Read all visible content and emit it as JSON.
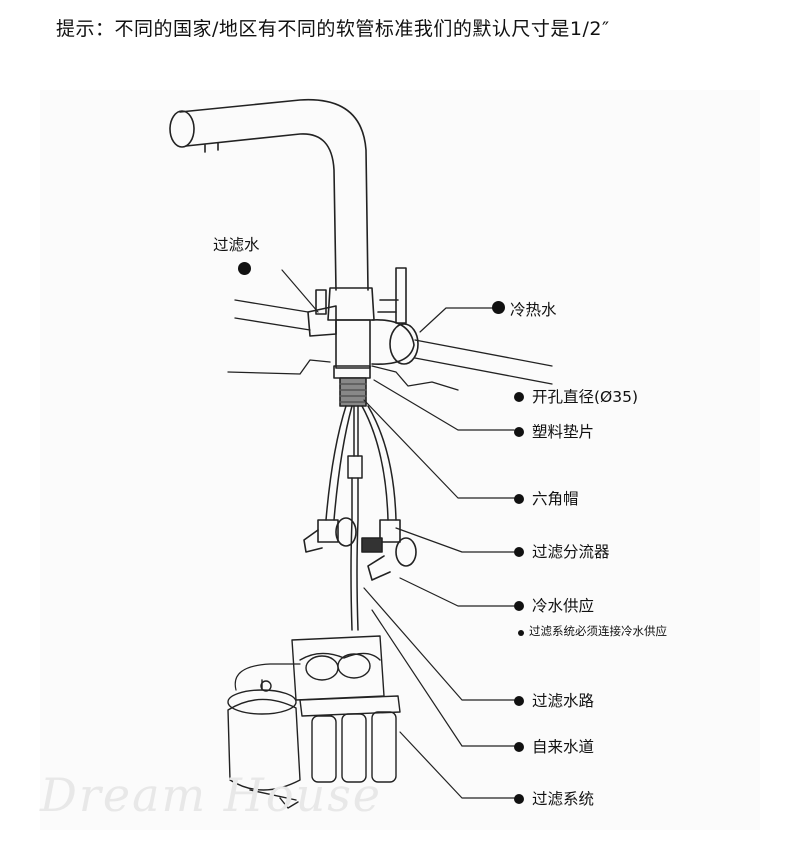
{
  "header": {
    "text": "提示：不同的国家/地区有不同的软管标准我们的默认尺寸是1/2″"
  },
  "watermark": {
    "text": "Dream House"
  },
  "labels": {
    "filtered_water": "过滤水",
    "hot_cold_water": "冷热水",
    "hole_diameter": "开孔直径(Ø35)",
    "plastic_gasket": "塑料垫片",
    "hex_cap": "六角帽",
    "filter_diverter": "过滤分流器",
    "cold_water_supply": "冷水供应",
    "cold_water_note": "过滤系统必须连接冷水供应",
    "filtered_waterway": "过滤水路",
    "tap_water_pipe": "自来水道",
    "filter_system": "过滤系统"
  }
}
